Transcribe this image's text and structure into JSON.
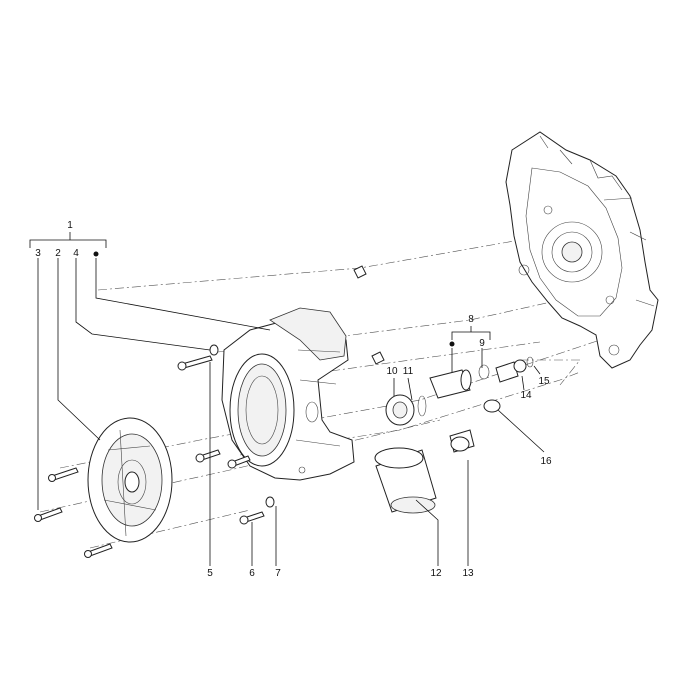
{
  "diagram": {
    "callouts": [
      "1",
      "2",
      "3",
      "4",
      "5",
      "6",
      "7",
      "8",
      "9",
      "10",
      "11",
      "12",
      "13",
      "14",
      "15",
      "16"
    ],
    "colors": {
      "line": "#222222",
      "background": "#ffffff",
      "fill": "#f2f2f2"
    }
  }
}
